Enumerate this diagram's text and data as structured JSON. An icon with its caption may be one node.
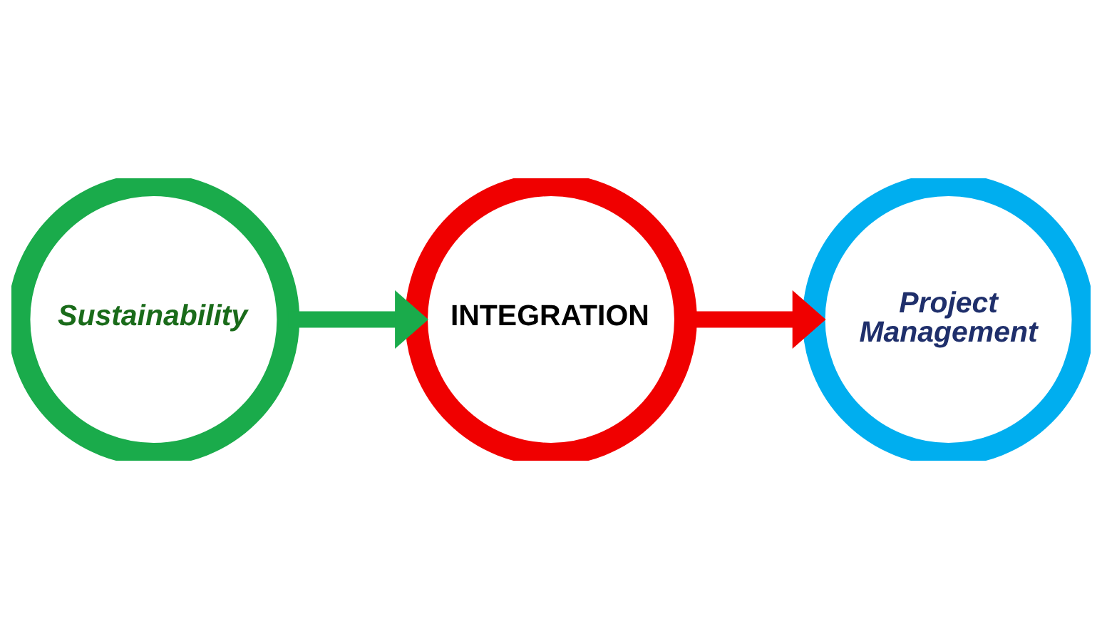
{
  "diagram": {
    "nodes": [
      {
        "text": [
          "Sustainability"
        ]
      },
      {
        "text": [
          "INTEGRATION"
        ]
      },
      {
        "text": [
          "Project Management"
        ]
      }
    ],
    "edges": [
      {
        "from": 0,
        "to": 1,
        "arrow": "to",
        "color": "#1aab4b"
      },
      {
        "from": 1,
        "to": 2,
        "arrow": "to",
        "color": "#f00000"
      }
    ]
  }
}
